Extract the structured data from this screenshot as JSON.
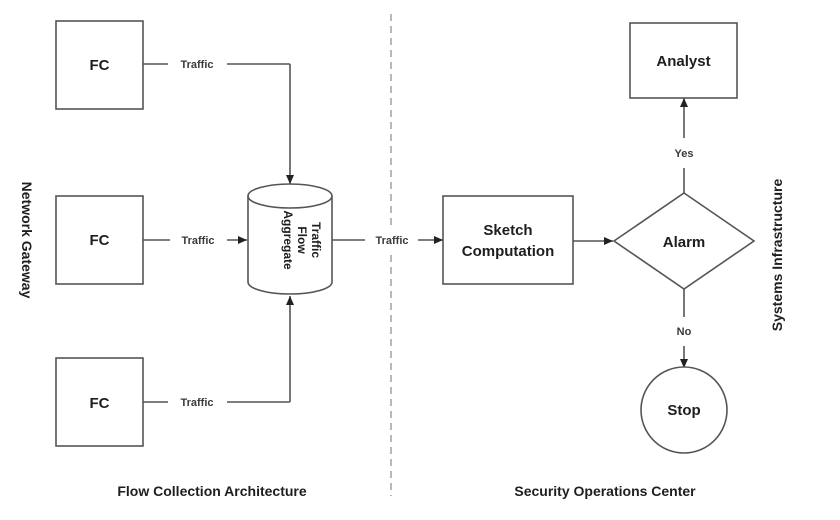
{
  "diagram": {
    "nodes": {
      "fc_top": "FC",
      "fc_mid": "FC",
      "fc_bot": "FC",
      "aggregate": [
        "Traffic",
        "Flow",
        "Aggregate"
      ],
      "sketch": [
        "Sketch",
        "Computation"
      ],
      "alarm": "Alarm",
      "analyst": "Analyst",
      "stop": "Stop"
    },
    "edges": {
      "fc_top_to_aggregate": "Traffic",
      "fc_mid_to_aggregate": "Traffic",
      "fc_bot_to_aggregate": "Traffic",
      "aggregate_to_sketch": "Traffic",
      "alarm_yes": "Yes",
      "alarm_no": "No"
    },
    "sections": {
      "left_caption": "Flow Collection Architecture",
      "right_caption": "Security Operations Center",
      "left_side_label": "Network Gateway",
      "right_side_label": "Systems Infrastructure"
    }
  }
}
